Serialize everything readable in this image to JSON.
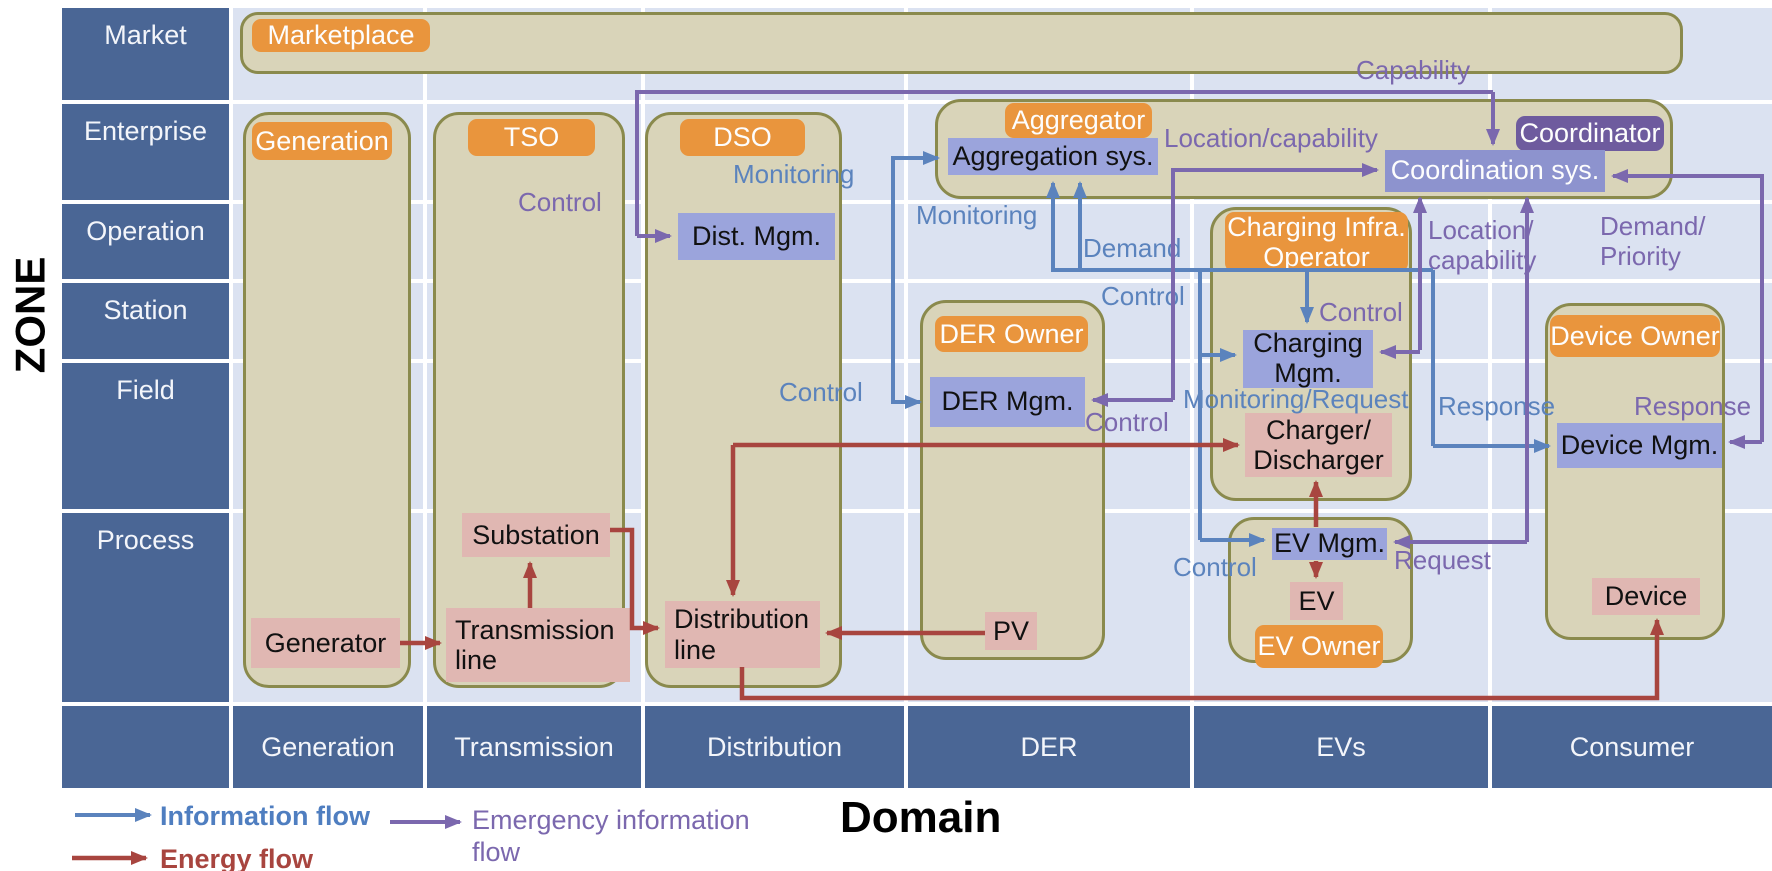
{
  "zone_axis": {
    "title": "ZONE",
    "rows": [
      "Market",
      "Enterprise",
      "Operation",
      "Station",
      "Field",
      "Process"
    ]
  },
  "domain_axis": {
    "title": "Domain",
    "cells": [
      "Generation",
      "Transmission",
      "Distribution",
      "DER",
      "EVs",
      "Consumer"
    ]
  },
  "containers": {
    "marketplace": "Marketplace",
    "generation": "Generation",
    "tso": "TSO",
    "dso": "DSO",
    "aggregator": "Aggregator",
    "coordinator": "Coordinator",
    "charging_operator": "Charging Infra.\nOperator",
    "der_owner": "DER Owner",
    "ev_owner": "EV Owner",
    "device_owner": "Device Owner"
  },
  "systems": {
    "dist_mgm": "Dist. Mgm.",
    "aggregation_sys": "Aggregation sys.",
    "coordination_sys": "Coordination sys.",
    "der_mgm": "DER Mgm.",
    "charging_mgm": "Charging\nMgm.",
    "ev_mgm": "EV Mgm.",
    "device_mgm": "Device Mgm."
  },
  "components": {
    "generator": "Generator",
    "transmission_line": "Transmission\nline",
    "substation": "Substation",
    "distribution_line": "Distribution\nline",
    "pv": "PV",
    "charger_discharger": "Charger/\nDischarger",
    "ev": "EV",
    "device": "Device"
  },
  "flow_labels": [
    {
      "text": "Monitoring",
      "color": "blue"
    },
    {
      "text": "Monitoring",
      "color": "blue"
    },
    {
      "text": "Demand",
      "color": "blue"
    },
    {
      "text": "Control",
      "color": "blue"
    },
    {
      "text": "Control",
      "color": "blue"
    },
    {
      "text": "Monitoring/Request",
      "color": "blue"
    },
    {
      "text": "Control",
      "color": "blue"
    },
    {
      "text": "Response",
      "color": "blue"
    },
    {
      "text": "Capability",
      "color": "purple"
    },
    {
      "text": "Control",
      "color": "purple"
    },
    {
      "text": "Location/capability",
      "color": "purple"
    },
    {
      "text": "Location/\ncapability",
      "color": "purple"
    },
    {
      "text": "Demand/\nPriority",
      "color": "purple"
    },
    {
      "text": "Response",
      "color": "purple"
    },
    {
      "text": "Request",
      "color": "purple"
    },
    {
      "text": "Control",
      "color": "purple"
    },
    {
      "text": "Control",
      "color": "purple"
    }
  ],
  "legend": {
    "information": "Information flow",
    "emergency": "Emergency information\nflow",
    "energy": "Energy flow"
  },
  "colors": {
    "information_flow": "#5b83bd",
    "emergency_flow": "#7b68ae",
    "energy_flow": "#a8453f",
    "zone_fill": "#4a6695",
    "grid_fill": "#dbe2f1",
    "container_fill": "#d9d4b9",
    "container_border": "#8a8a4d",
    "actor_fill": "#e9953d",
    "system_fill": "#9ba4dc",
    "coordination_fill": "#8d93ce",
    "coordinator_fill": "#6e5b9e",
    "component_fill": "#e0b7b2"
  }
}
